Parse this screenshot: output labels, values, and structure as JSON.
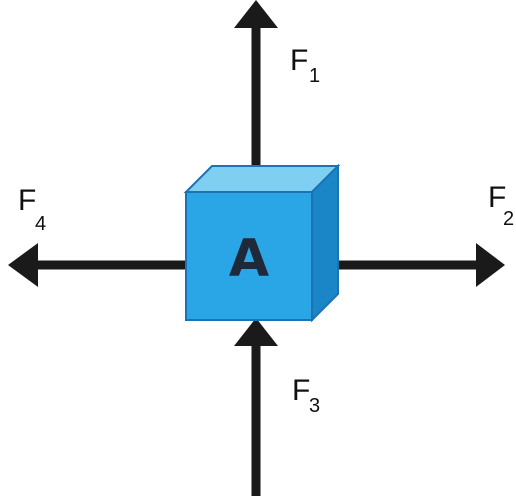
{
  "block": {
    "label": "A",
    "front_color": "#2aa6e6",
    "top_color": "#7fcff3",
    "side_color": "#1a86c8",
    "edge_color": "#1b73b3",
    "label_color": "#1e2a3a"
  },
  "arrow_color": "#1a1a1a",
  "forces": [
    {
      "id": "F1",
      "letter": "F",
      "subscript": "1",
      "direction": "up"
    },
    {
      "id": "F2",
      "letter": "F",
      "subscript": "2",
      "direction": "right"
    },
    {
      "id": "F3",
      "letter": "F",
      "subscript": "3",
      "direction": "up"
    },
    {
      "id": "F4",
      "letter": "F",
      "subscript": "4",
      "direction": "left"
    }
  ]
}
